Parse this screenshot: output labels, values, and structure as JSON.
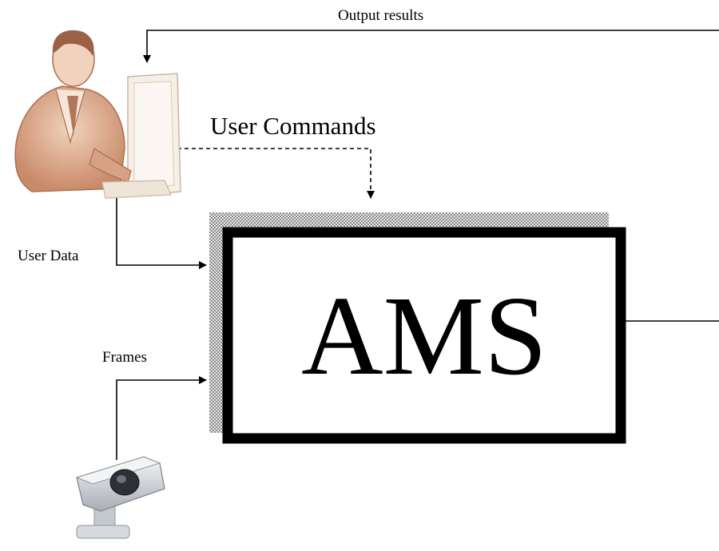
{
  "diagram": {
    "labels": {
      "output_results": "Output results",
      "user_commands": "User Commands",
      "user_data": "User Data",
      "frames": "Frames"
    },
    "system_box": {
      "label": "AMS"
    },
    "nodes": [
      {
        "id": "user",
        "icon": "user-at-computer-icon"
      },
      {
        "id": "camera",
        "icon": "security-camera-icon"
      },
      {
        "id": "ams",
        "label": "AMS"
      }
    ],
    "edges": [
      {
        "from": "ams",
        "to": "user",
        "label": "Output results",
        "style": "solid"
      },
      {
        "from": "user",
        "to": "ams",
        "label": "User Commands",
        "style": "dashed"
      },
      {
        "from": "user",
        "to": "ams",
        "label": "User Data",
        "style": "solid"
      },
      {
        "from": "camera",
        "to": "ams",
        "label": "Frames",
        "style": "solid"
      }
    ],
    "colors": {
      "box_border": "#000000",
      "shadow_pattern": "#9a9a9a",
      "skin": "#d9a98a",
      "camera_body": "#cfd3d8"
    }
  }
}
